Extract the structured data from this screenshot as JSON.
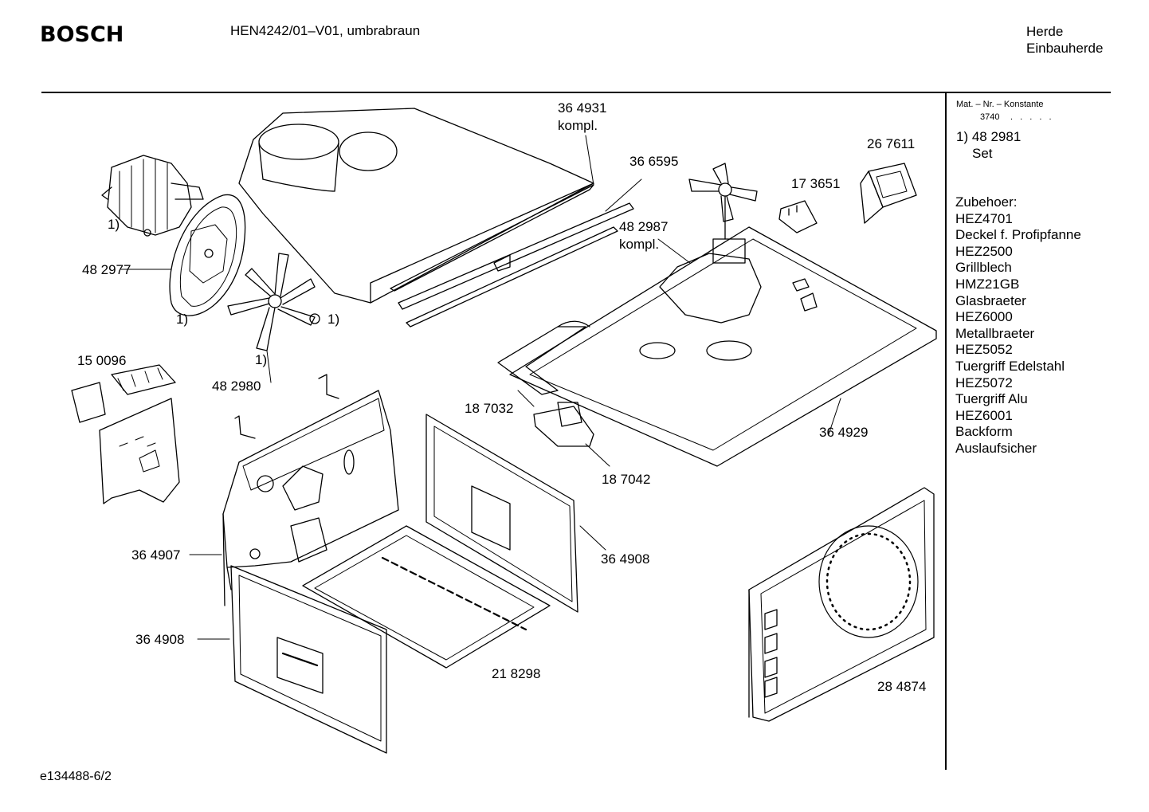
{
  "header": {
    "brand": "BOSCH",
    "model": "HEN4242/01–V01, umbrabraun",
    "category_line1": "Herde",
    "category_line2": "Einbauherde"
  },
  "sidebar": {
    "mat_header": "Mat. – Nr. – Konstante",
    "mat_value": "3740",
    "mat_dots": ". . . . .",
    "note_line1": "1) 48 2981",
    "note_line2": "Set",
    "accessories_title": "Zubehoer:",
    "accessories": [
      "HEZ4701",
      "Deckel f. Profipfanne",
      "HEZ2500",
      "Grillblech",
      "HMZ21GB",
      "Glasbraeter",
      "HEZ6000",
      "Metallbraeter",
      "HEZ5052",
      "Tuergriff Edelstahl",
      "HEZ5072",
      "Tuergriff Alu",
      "HEZ6001",
      "Backform",
      "Auslaufsicher"
    ]
  },
  "parts": {
    "p364931": "36 4931",
    "kompl1": "kompl.",
    "p366595": "36 6595",
    "p267611": "26 7611",
    "p173651": "17 3651",
    "p482987": "48 2987",
    "kompl2": "kompl.",
    "fn_motor": "1)",
    "p482977": "48 2977",
    "fn_plate": "1)",
    "fn_nut": "1)",
    "fn_fan": "1)",
    "p150096": "15 0096",
    "p482980": "48 2980",
    "p187032": "18 7032",
    "p364929": "36 4929",
    "p187042": "18 7042",
    "p364907": "36 4907",
    "p364908a": "36 4908",
    "p364908b": "36 4908",
    "p218298": "21 8298",
    "p284874": "28 4874"
  },
  "footer": {
    "code": "e134488-6/2"
  }
}
